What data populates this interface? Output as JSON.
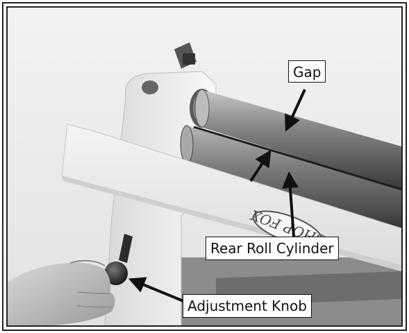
{
  "labels": {
    "gap": "Gap",
    "rear_roll_cylinder": "Rear Roll Cylinder",
    "adjustment_knob": "Adjustment Knob"
  },
  "brand_logo_text": "SHOP FOX",
  "colors": {
    "frame": "#222222",
    "callout_bg": "#ffffff",
    "callout_text": "#111111"
  }
}
